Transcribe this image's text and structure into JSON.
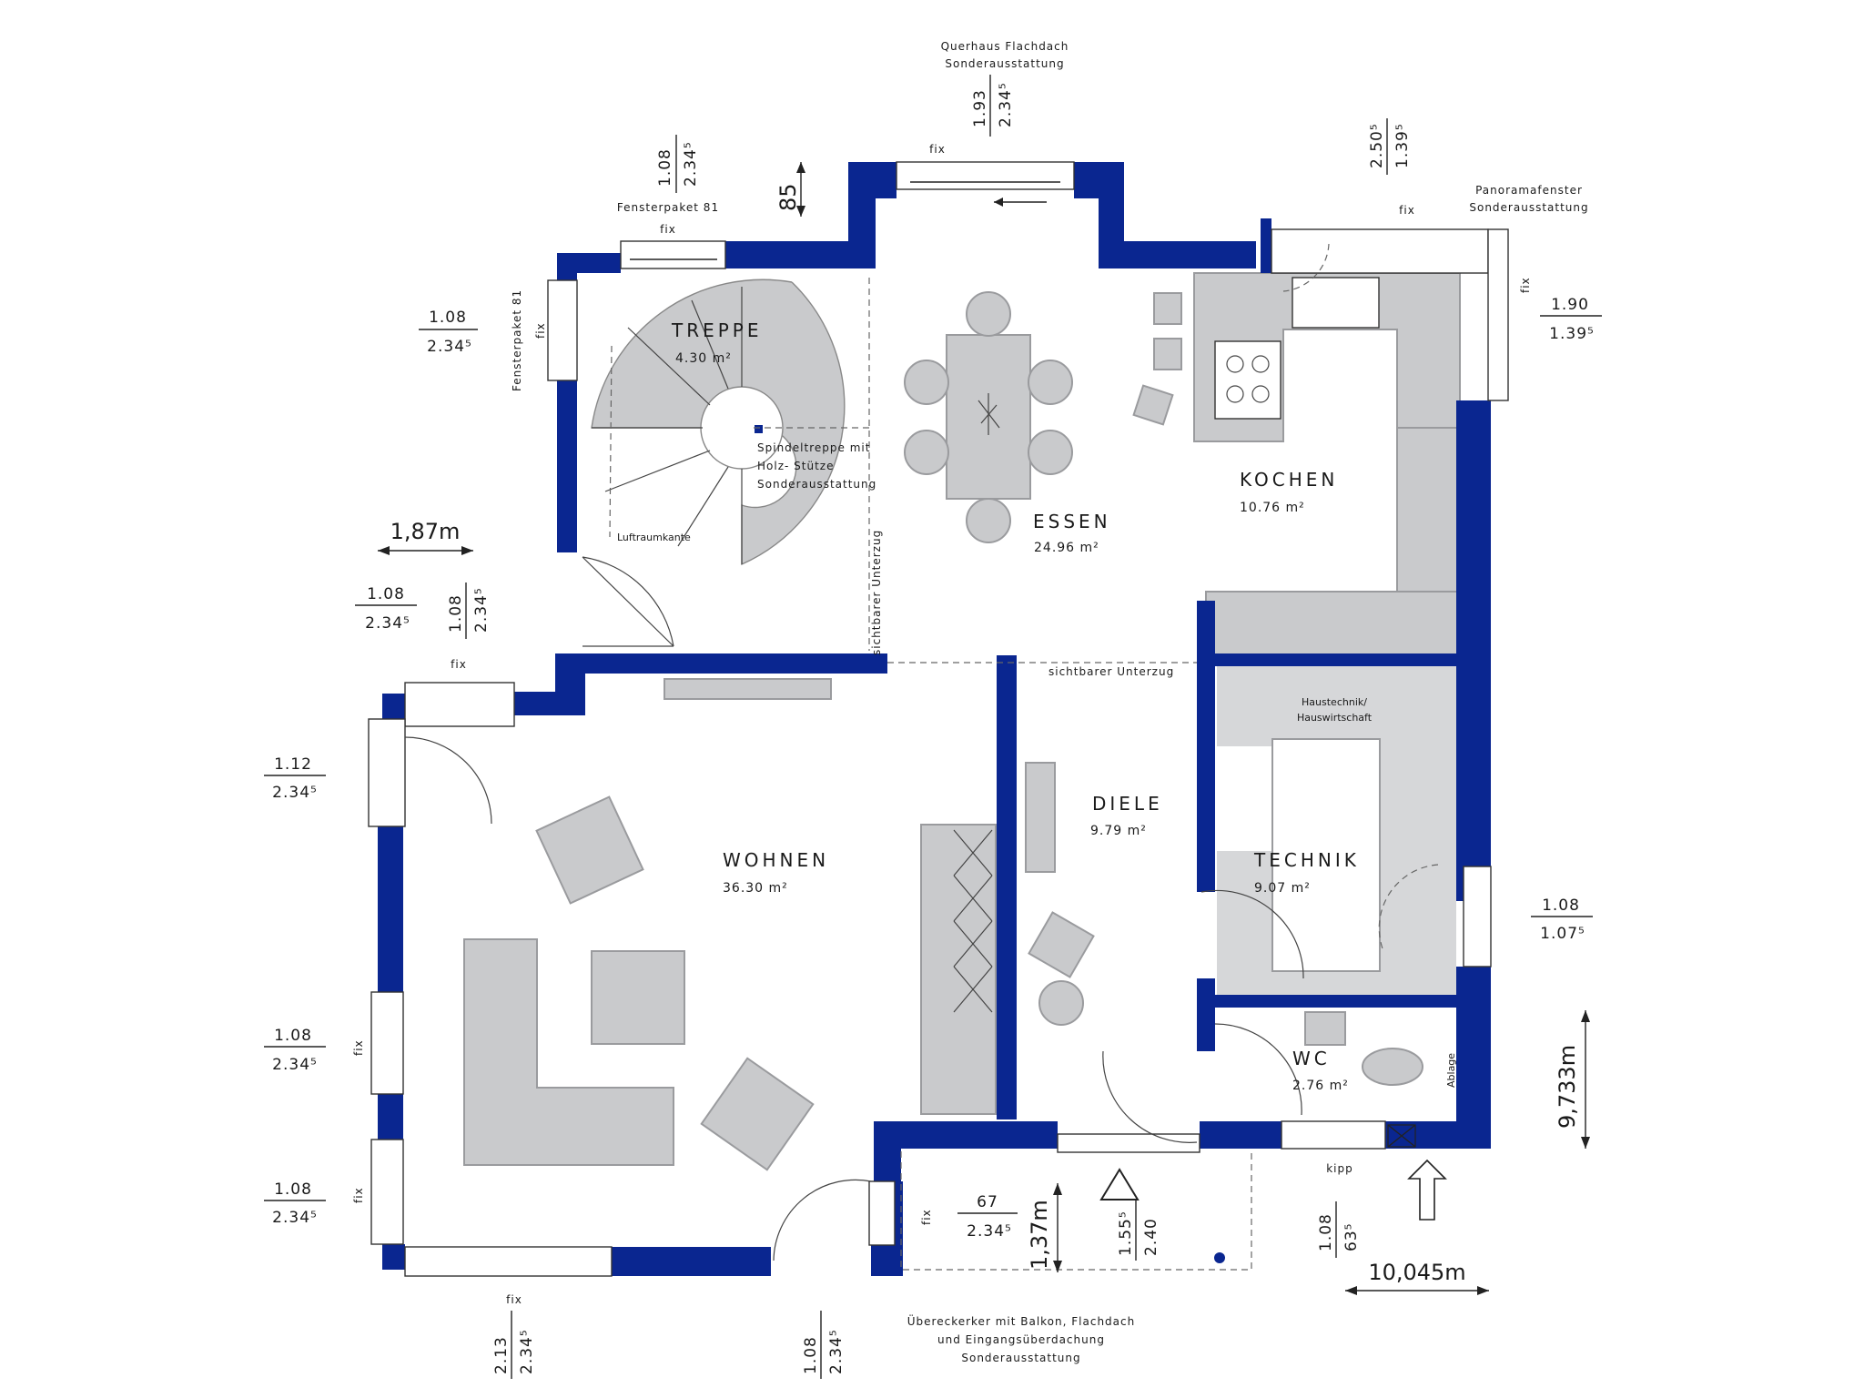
{
  "rooms": {
    "treppe": {
      "name": "TREPPE",
      "area": "4.30 m²"
    },
    "essen": {
      "name": "ESSEN",
      "area": "24.96 m²"
    },
    "kochen": {
      "name": "KOCHEN",
      "area": "10.76 m²"
    },
    "wohnen": {
      "name": "WOHNEN",
      "area": "36.30 m²"
    },
    "diele": {
      "name": "DIELE",
      "area": "9.79 m²"
    },
    "technik": {
      "name": "TECHNIK",
      "area": "9.07 m²"
    },
    "wc": {
      "name": "WC",
      "area": "2.76 m²"
    }
  },
  "notes": {
    "querhaus_1": "Querhaus Flachdach",
    "querhaus_2": "Sonderausstattung",
    "fensterpaket_top": "Fensterpaket 81",
    "fensterpaket_left": "Fensterpaket 81",
    "panorama_1": "Panoramafenster",
    "panorama_2": "Sonderausstattung",
    "spindel_1": "Spindeltreppe mit",
    "spindel_2": "Holz- Stütze",
    "spindel_3": "Sonderausstattung",
    "luftraum": "Luftraumkante",
    "unterzug_v": "sichtbarer Unterzug",
    "unterzug_h": "sichtbarer Unterzug",
    "haustechnik_1": "Haustechnik/",
    "haustechnik_2": "Hauswirtschaft",
    "ablage": "Ablage",
    "erker_1": "Übereckerker mit Balkon, Flachdach",
    "erker_2": "und Eingangsüberdachung",
    "erker_3": "Sonderausstattung"
  },
  "windows": {
    "fix_top": "fix",
    "fix_pak": "fix",
    "fix_right": "fix",
    "fix_right_v": "fix",
    "fix_left_v": "fix",
    "fix_wohnen_top": "fix",
    "fix_left1": "fix",
    "fix_left2": "fix",
    "fix_bottom": "fix",
    "fix_entry": "fix",
    "kipp": "kipp"
  },
  "dims": {
    "q_num": "1.93",
    "q_den": "2.34⁵",
    "fp_num": "1.08",
    "fp_den": "2.34⁵",
    "d85": "85",
    "pan_num": "2.50⁵",
    "pan_den": "1.39⁵",
    "left1_num": "1.08",
    "left1_den": "2.34⁵",
    "right1_num": "1.90",
    "right1_den": "1.39⁵",
    "w187": "1,87m",
    "l2_num": "1.08",
    "l2_den": "2.34⁵",
    "l2b_num": "1.08",
    "l2b_den": "2.34⁵",
    "l3_num": "1.12",
    "l3_den": "2.34⁵",
    "l4_num": "1.08",
    "l4_den": "2.34⁵",
    "l5_num": "1.08",
    "l5_den": "2.34⁵",
    "r2_num": "1.08",
    "r2_den": "1.07⁵",
    "h9733": "9,733m",
    "b67_num": "67",
    "b67_den": "2.34⁵",
    "h137": "1,37m",
    "tri_num": "1.55⁵",
    "tri_den": "2.40",
    "wc_num": "1.08",
    "wc_den": "63⁵",
    "w10045": "10,045m",
    "bot1_num": "2.13",
    "bot1_den": "2.34⁵",
    "bot2_num": "1.08",
    "bot2_den": "2.34⁵"
  },
  "colors": {
    "wall": "#0a2690",
    "fixture": "#c9cacc"
  }
}
